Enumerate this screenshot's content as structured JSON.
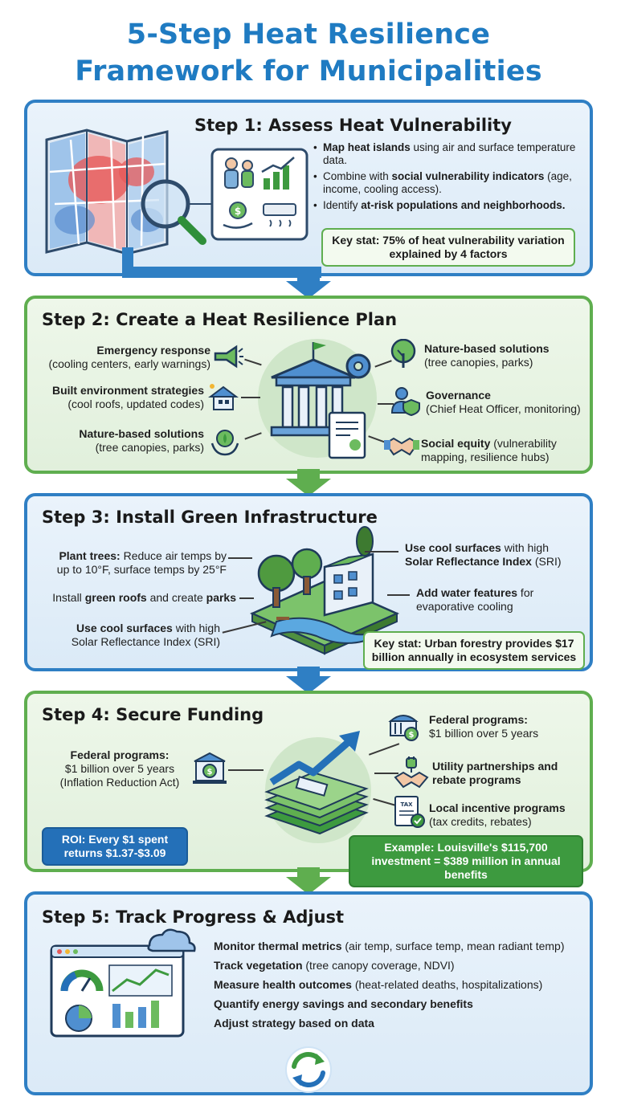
{
  "title": {
    "line1": "5-Step Heat Resilience",
    "line2": "Framework for Municipalities"
  },
  "step1": {
    "title": "Step 1: Assess Heat Vulnerability",
    "b1_bold": "Map heat islands",
    "b1_rest": " using air and surface temperature data.",
    "b2_pre": "Combine with ",
    "b2_bold": "social vulnerability indicators",
    "b2_rest": " (age, income, cooling access).",
    "b3_pre": "Identify ",
    "b3_bold": "at-risk populations and neighborhoods.",
    "stat": "Key stat: 75% of heat vulnerability variation explained by 4 factors"
  },
  "step2": {
    "title": "Step 2: Create a Heat Resilience Plan",
    "left": [
      {
        "bold": "Emergency response",
        "rest": "(cooling centers, early warnings)"
      },
      {
        "bold": "Built environment strategies",
        "rest": "(cool roofs, updated codes)"
      },
      {
        "bold": "Nature-based solutions",
        "rest": "(tree canopies, parks)"
      }
    ],
    "right": [
      {
        "bold": "Nature-based solutions",
        "rest": "(tree canopies, parks)"
      },
      {
        "bold": "Governance",
        "rest": "(Chief Heat Officer, monitoring)"
      },
      {
        "bold": "Social equity",
        "rest_inline": " (vulnerability",
        "rest": "mapping, resilience hubs)"
      }
    ]
  },
  "step3": {
    "title": "Step 3: Install Green Infrastructure",
    "l1_bold": "Plant trees:",
    "l1_rest": " Reduce air temps by",
    "l1_line2": "up to 10°F, surface temps by 25°F",
    "l2_pre": "Install ",
    "l2_bold": "green roofs",
    "l2_mid": " and create ",
    "l2_bold2": "parks",
    "l3_bold": "Use cool surfaces",
    "l3_rest": " with high",
    "l3_line2": "Solar Reflectance Index (SRI)",
    "r1_bold": "Use cool surfaces",
    "r1_rest": " with high",
    "r1_line2": "Solar Reflectance Index",
    "r1_sri": " (SRI)",
    "r2_bold": "Add water features",
    "r2_rest": " for",
    "r2_line2": "evaporative cooling",
    "stat": "Key stat: Urban forestry provides $17 billion annually in ecosystem services"
  },
  "step4": {
    "title": "Step 4: Secure Funding",
    "left_bold": "Federal programs:",
    "left_l2": "$1 billion over 5 years",
    "left_l3": "(Inflation Reduction Act)",
    "r1_bold": "Federal programs:",
    "r1_rest": "$1 billion over 5 years",
    "r2_bold": "Utility partnerships and",
    "r2_bold2": "rebate programs",
    "r3_bold": "Local incentive programs",
    "r3_rest": "(tax credits, rebates)",
    "roi": "ROI: Every $1 spent returns $1.37-$3.09",
    "example": "Example: Louisville's $115,700 investment = $389 million in annual benefits"
  },
  "step5": {
    "title": "Step 5: Track Progress & Adjust",
    "items": [
      {
        "bold": "Monitor thermal metrics",
        "rest": " (air temp, surface temp, mean radiant temp)"
      },
      {
        "bold": "Track vegetation",
        "rest": " (tree canopy coverage, NDVI)"
      },
      {
        "bold": "Measure health outcomes",
        "rest": " (heat-related deaths, hospitalizations)"
      },
      {
        "bold": "Quantify energy savings and secondary benefits",
        "rest": ""
      },
      {
        "bold": "Adjust strategy based on data",
        "rest": ""
      }
    ]
  },
  "colors": {
    "blue": "#2f7fc4",
    "green": "#5fae4f",
    "title_blue": "#1f7bc2"
  }
}
